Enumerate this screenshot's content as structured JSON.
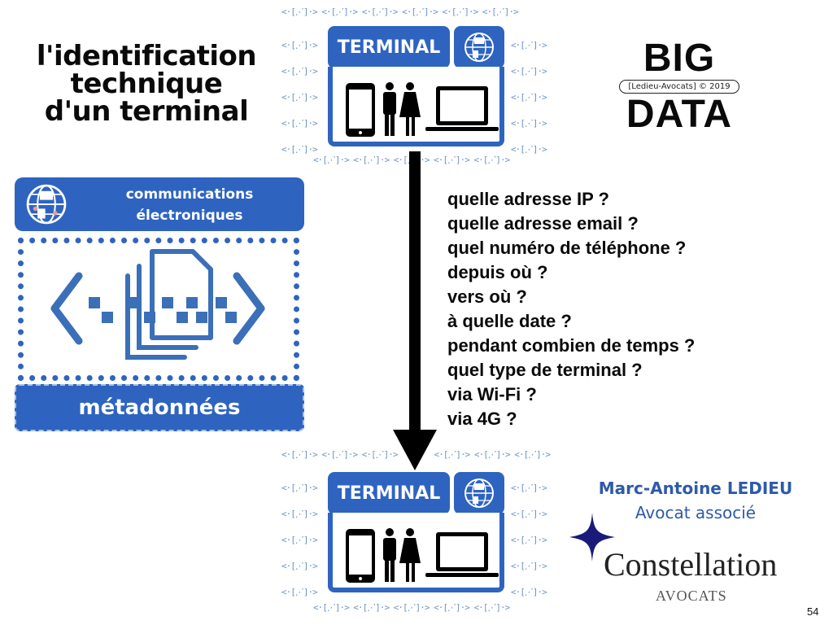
{
  "title": {
    "line1": "l'identification",
    "line2": "technique",
    "line3": "d'un terminal"
  },
  "badge": {
    "word1": "BIG",
    "copyright": "[Ledieu-Avocats] © 2019",
    "word2": "DATA"
  },
  "pattern_glyph": "<·[⋰]·>",
  "terminal_top": {
    "label": "TERMINAL",
    "icons": [
      "smartphone-icon",
      "man-icon",
      "woman-icon",
      "laptop-icon",
      "globe-network-icon"
    ]
  },
  "terminal_bottom": {
    "label": "TERMINAL",
    "icons": [
      "smartphone-icon",
      "man-icon",
      "woman-icon",
      "laptop-icon",
      "globe-network-icon"
    ]
  },
  "side_panel": {
    "header_line1": "communications",
    "header_line2": "électroniques",
    "footer": "métadonnées",
    "icon": "metadata-files-icon"
  },
  "questions": [
    "quelle adresse IP ?",
    "quelle adresse email ?",
    "quel numéro de téléphone ?",
    "depuis où ?",
    "vers où ?",
    "à quelle date ?",
    "pendant combien de temps ?",
    "quel type de terminal ?",
    "via Wi-Fi ?",
    "via 4G ?"
  ],
  "author": {
    "name": "Marc-Antoine LEDIEU",
    "role": "Avocat associé"
  },
  "firm": {
    "name": "Constellation",
    "subtitle": "AVOCATS"
  },
  "page_number": "54",
  "colors": {
    "primary_blue": "#2e64c0",
    "author_blue": "#2e5aa8",
    "star_navy": "#1a1a7a",
    "text_black": "#0a0a0a"
  }
}
